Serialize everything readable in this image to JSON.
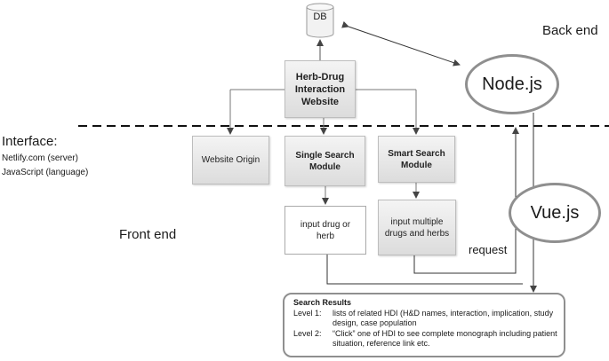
{
  "db": {
    "label": "DB"
  },
  "back_end": {
    "label": "Back end"
  },
  "front_end": {
    "label": "Front end"
  },
  "nodejs": {
    "label": "Node.js"
  },
  "vuejs": {
    "label": "Vue.js"
  },
  "interface": {
    "title": "Interface:",
    "server": "Netlify.com (server)",
    "language": "JavaScript (language)"
  },
  "nodes": {
    "website": "Herb-Drug\nInteraction\nWebsite",
    "origin": "Website Origin",
    "single": "Single Search\nModule",
    "smart": "Smart Search\nModule",
    "input_single": "input drug or\nherb",
    "input_multi": "input multiple\ndrugs and herbs"
  },
  "request": {
    "label": "request"
  },
  "results": {
    "title": "Search Results",
    "levels": [
      {
        "tag": "Level  1:",
        "text": "lists of related HDI (H&D names, interaction, implication, study design, case population"
      },
      {
        "tag": "Level  2:",
        "text": "“Click” one of HDI to see complete monograph including patient situation, reference link etc."
      }
    ]
  },
  "colors": {
    "line": "#333333",
    "ellipse_border": "#8f8f8f",
    "box_fill_top": "#f4f4f4",
    "box_fill_bottom": "#dcdcdc"
  }
}
